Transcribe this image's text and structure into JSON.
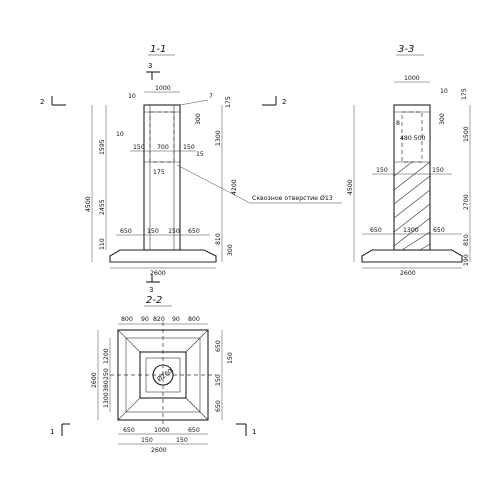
{
  "views": {
    "section_1_1": "1-1",
    "section_3_3": "3-3",
    "section_2_2": "2-2"
  },
  "cut_marks": {
    "mark_2": "2",
    "mark_3": "3",
    "mark_1": "1"
  },
  "callouts": {
    "item_7": "7",
    "through_hole": "Сквозное отверстие Ø13"
  },
  "dims_1_1": {
    "top_width": "1000",
    "left_10": "10",
    "top_175": "175",
    "d_300": "300",
    "d_1595": "1595",
    "d_1300": "1300",
    "d_10b": "10",
    "d_150a": "150",
    "d_700": "700",
    "d_150b": "150",
    "d_15": "15",
    "d_175b": "175",
    "d_4500": "4500",
    "d_2455": "2455",
    "d_4200": "4200",
    "d_650a": "650",
    "d_150c": "150",
    "d_150d": "150",
    "d_650b": "650",
    "d_810": "810",
    "d_110": "110",
    "d_300b": "300",
    "base": "2600"
  },
  "dims_3_3": {
    "top": "1000",
    "d_10": "10",
    "d_175": "175",
    "d_300": "300",
    "d_8": "8",
    "d_1500": "1500",
    "d_480_500": "480 500",
    "d_4500": "4500",
    "d_150a": "150",
    "d_150b": "150",
    "d_2700": "2700",
    "d_650a": "650",
    "d_1300": "1300",
    "d_650b": "650",
    "d_810": "810",
    "d_190": "190",
    "base": "2600"
  },
  "dims_2_2": {
    "t_800a": "800",
    "t_90a": "90",
    "t_820": "820",
    "t_90b": "90",
    "t_800b": "800",
    "l_2600": "2600",
    "l_1200": "1200",
    "l_250": "250",
    "l_380": "380",
    "l_1300": "1300",
    "r_650": "650",
    "r_150a": "150",
    "r_150b": "150",
    "r_650b": "650",
    "b_650a": "650",
    "b_1000": "1000",
    "b_650b": "650",
    "b_150a": "150",
    "b_150b": "150",
    "base": "2600",
    "hole": "Ø260"
  }
}
